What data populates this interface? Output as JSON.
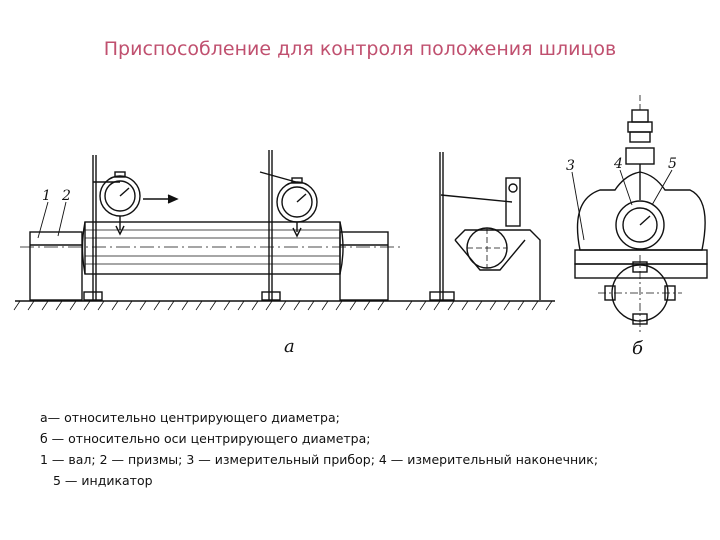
{
  "title": "Приспособление для контроля положения шлицов",
  "figure": {
    "sub_a": "а",
    "sub_b": "б",
    "numbers": {
      "n1": "1",
      "n2": "2",
      "n3": "3",
      "n4": "4",
      "n5": "5"
    }
  },
  "caption": {
    "line1": "а— относительно центрирующего диаметра;",
    "line2": "б — относительно оси центрирующего диаметра;",
    "line3": "1 — вал; 2 — призмы; 3 — измерительный прибор; 4 — измерительный  наконечник;",
    "line4": "5 — индикатор"
  }
}
